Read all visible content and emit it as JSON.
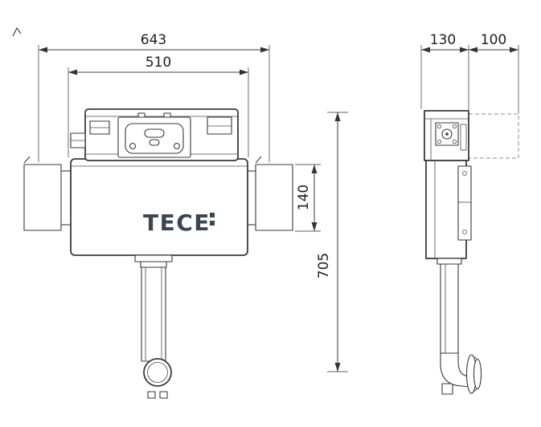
{
  "diagram": {
    "brand": "TECE",
    "colors": {
      "line": "#3a3a3a",
      "text": "#1d1d1d",
      "logo": "#3c4651",
      "dashed_outline": "#8c8c8c",
      "background": "#ffffff"
    },
    "dimensions": {
      "total_width": "643",
      "tank_width": "510",
      "bracket_height": "140",
      "total_height": "705",
      "depth": "130",
      "front_offset": "100"
    }
  }
}
